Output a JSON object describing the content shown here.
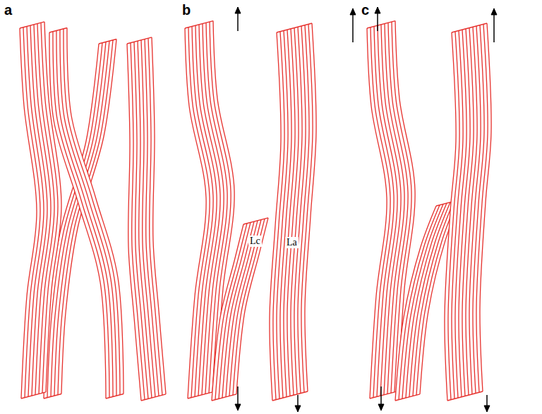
{
  "diagram": {
    "labels": [
      "a",
      "b",
      "c",
      "Lc",
      "La"
    ]
  }
}
